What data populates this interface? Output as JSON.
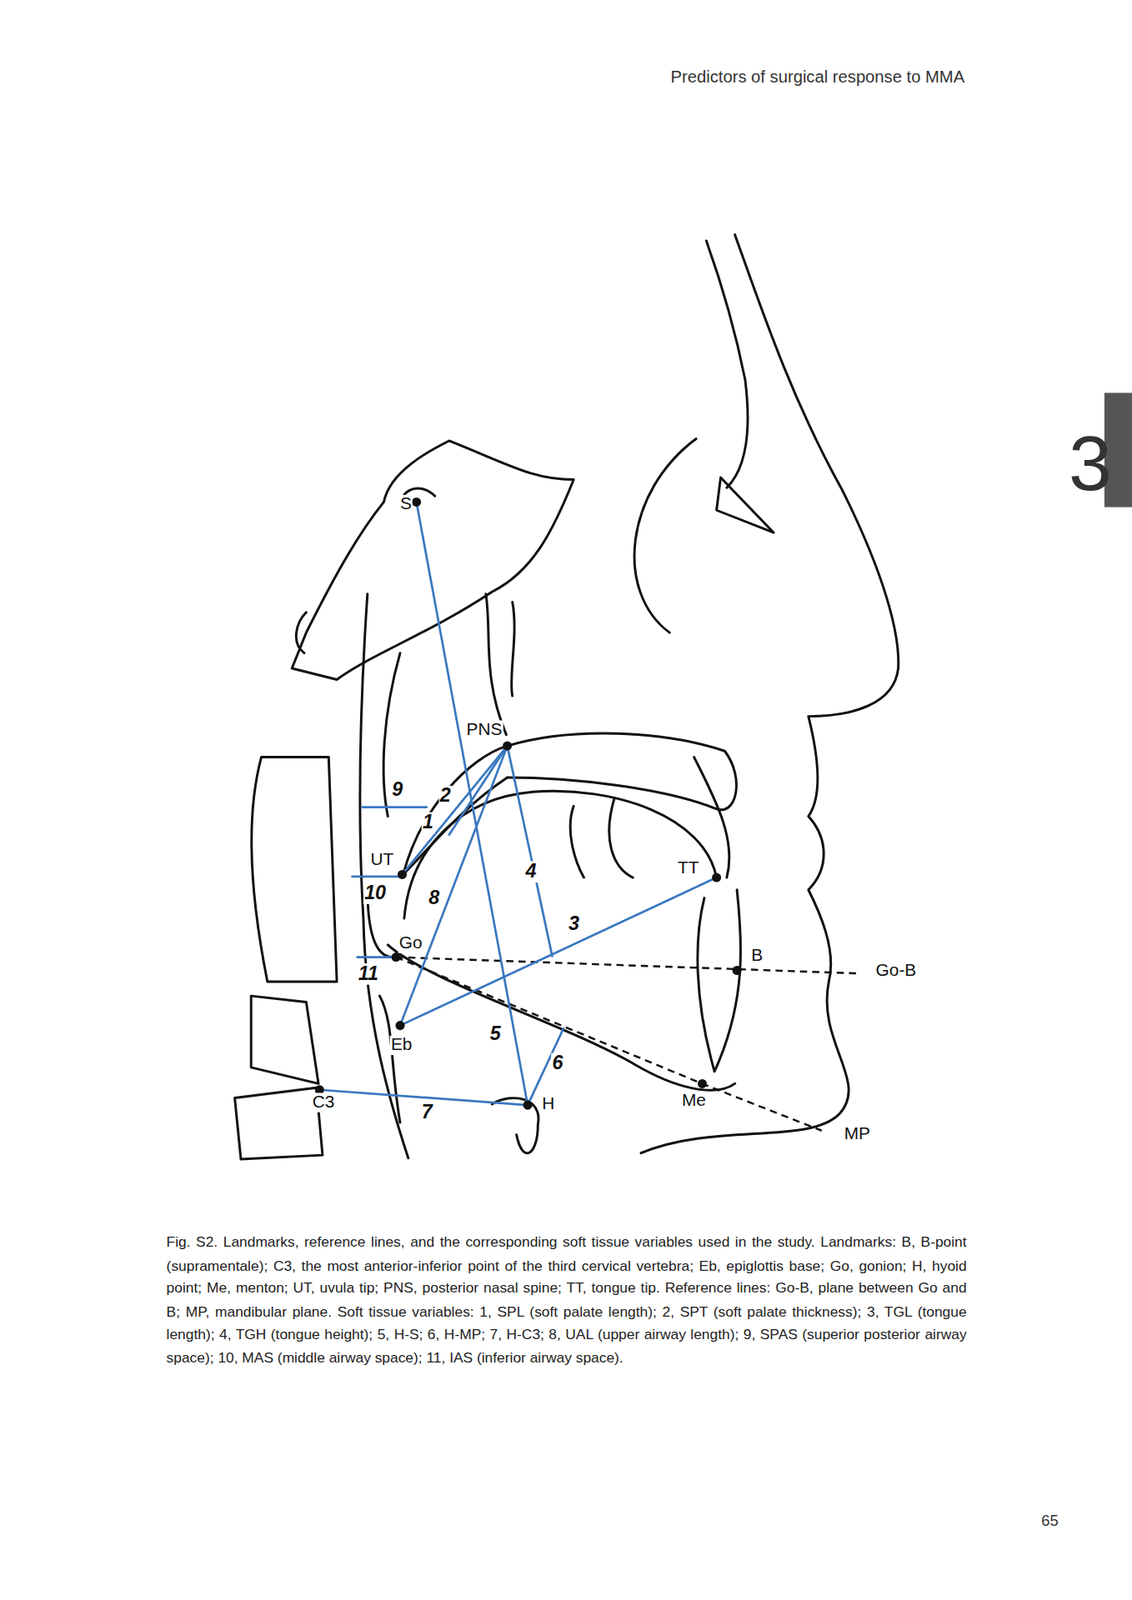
{
  "diagram": {
    "caption": "Fig. S2. Landmarks, reference lines, and the corresponding soft tissue variables used in the study. Landmarks: B, B-point (supramentale); C3, the most anterior-inferior point of the third cervical vertebra; Eb, epiglottis base; Go, gonion; H, hyoid point; Me, menton; UT, uvula tip; PNS, posterior nasal spine; TT, tongue tip. Reference lines: Go-B, plane between Go and B; MP, mandibular plane. Soft tissue variables: 1, SPL (soft palate length); 2, SPT (soft palate thickness); 3, TGL (tongue length); 4, TGH (tongue height); 5, H-S; 6, H-MP; 7, H-C3; 8, UAL (upper airway length); 9, SPAS (superior posterior airway space); 10, MAS (middle airway space); 11, IAS (inferior airway space).",
    "labels": [
      "Predictors of surgical response to MMA",
      "3",
      "S",
      "PNS",
      "9",
      "2",
      "1",
      "UT",
      "4",
      "TT",
      "10",
      "8",
      "3",
      "Go",
      "B",
      "Go-B",
      "11",
      "Eb",
      "5",
      "6",
      "C3",
      "7",
      "H",
      "Me",
      "MP",
      "65"
    ]
  }
}
